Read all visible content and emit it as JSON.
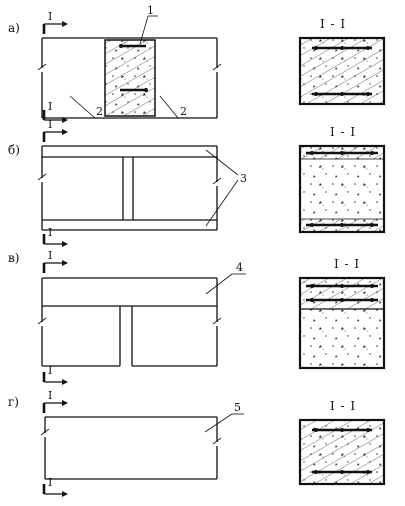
{
  "rows": [
    {
      "letter": "а)",
      "section": "I - I",
      "marker": "I",
      "callouts": [
        "1",
        "2",
        "2"
      ]
    },
    {
      "letter": "б)",
      "section": "I - I",
      "marker": "I",
      "callouts": [
        "3"
      ]
    },
    {
      "letter": "в)",
      "section": "I - I",
      "marker": "I",
      "callouts": [
        "4"
      ]
    },
    {
      "letter": "г)",
      "section": "I - I",
      "marker": "I",
      "callouts": [
        "5"
      ]
    }
  ]
}
